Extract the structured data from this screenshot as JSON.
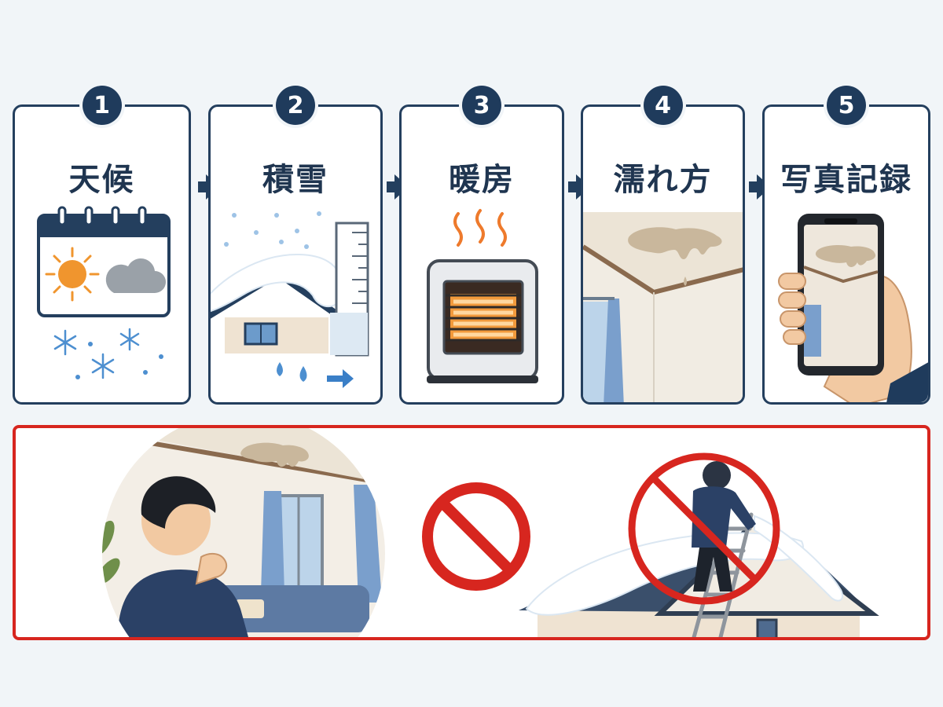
{
  "steps": [
    {
      "number": "1",
      "title": "天候",
      "illustration": "weather-calendar-snowflake-icon"
    },
    {
      "number": "2",
      "title": "積雪",
      "illustration": "snow-roof-gauge-icon"
    },
    {
      "number": "3",
      "title": "暖房",
      "illustration": "space-heater-icon"
    },
    {
      "number": "4",
      "title": "濡れ方",
      "illustration": "ceiling-water-stain-icon"
    },
    {
      "number": "5",
      "title": "写真記録",
      "illustration": "smartphone-photo-icon"
    }
  ],
  "colors": {
    "navy": "#1f3b5c",
    "warning_red": "#d7261f",
    "sun": "#f0952e",
    "heater_glow": "#ee7a2c",
    "water_blue": "#4d8fd0"
  },
  "warning": {
    "left_scene": "person-observing-ceiling-stain-icon",
    "center_symbol": "prohibited-icon",
    "right_scene": "prohibited-roof-climbing-icon"
  }
}
